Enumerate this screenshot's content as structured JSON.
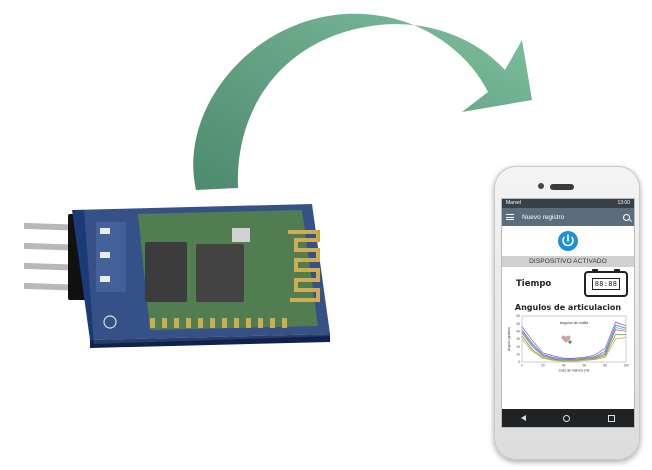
{
  "phone": {
    "status_bar": {
      "carrier": "Marvel",
      "time": "13:00"
    },
    "toolbar": {
      "title": "Nuevo registro"
    },
    "status_text": "DISPOSITIVO ACTIVADO",
    "time_section": {
      "label": "Tiempo",
      "display": "88:88"
    },
    "angles_section": {
      "title": "Angulos de articulacion"
    },
    "chart_data": {
      "type": "line",
      "title": "Angulos de rodilla",
      "xlabel": "Ciclo de marcha (%)",
      "ylabel": "Angulo (grados)",
      "xlim": [
        0,
        100
      ],
      "ylim": [
        0,
        60
      ],
      "xticks": [
        0,
        20,
        40,
        60,
        80,
        100
      ],
      "yticks": [
        0,
        10,
        20,
        30,
        40,
        50,
        60
      ],
      "x": [
        0,
        10,
        20,
        30,
        40,
        50,
        60,
        70,
        80,
        90,
        100
      ],
      "series": [
        {
          "values": [
            38,
            20,
            8,
            4,
            3,
            3,
            4,
            5,
            10,
            42,
            40
          ],
          "color": "#d94a4a"
        },
        {
          "values": [
            42,
            24,
            10,
            6,
            4,
            4,
            5,
            7,
            14,
            48,
            44
          ],
          "color": "#3a7fd9"
        },
        {
          "values": [
            34,
            16,
            6,
            3,
            2,
            2,
            3,
            4,
            8,
            36,
            36
          ],
          "color": "#42a84a"
        },
        {
          "values": [
            46,
            28,
            12,
            8,
            5,
            5,
            6,
            9,
            18,
            52,
            47
          ],
          "color": "#9b4ad9"
        },
        {
          "values": [
            30,
            14,
            5,
            2,
            1,
            1,
            2,
            3,
            6,
            30,
            32
          ],
          "color": "#d9a23a"
        },
        {
          "values": [
            40,
            22,
            9,
            5,
            3,
            4,
            5,
            6,
            12,
            45,
            42
          ],
          "color": "#3ab5b5"
        }
      ]
    }
  },
  "colors": {
    "arrow": "#6aa88a",
    "toolbar": "#5b6c7c",
    "power_icon": "#1f8fd6",
    "pcb": "#1a3a78"
  }
}
